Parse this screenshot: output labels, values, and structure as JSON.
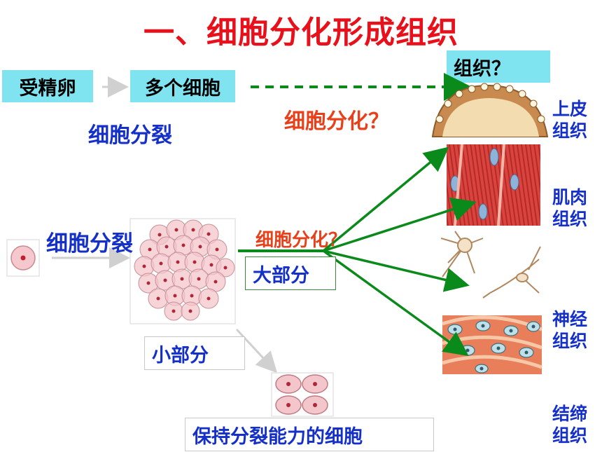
{
  "title": "一、细胞分化形成组织",
  "flow": {
    "zygote": "受精卵",
    "many_cells": "多个细胞",
    "tissue_question": "组织？",
    "division_label": "细胞分裂",
    "differentiation_question": "细胞分化？"
  },
  "lower": {
    "division_label": "细胞分裂",
    "differentiation_question": "细胞分化？",
    "majority": "大部分",
    "minority": "小部分",
    "dividing_cells": "保持分裂能力的细胞"
  },
  "tissues": {
    "epithelial": [
      "上皮",
      "组织"
    ],
    "muscle": [
      "肌肉",
      "组织"
    ],
    "nerve": [
      "神经",
      "组织"
    ],
    "connective": [
      "结缔",
      "组织"
    ]
  },
  "colors": {
    "title": "#e8101a",
    "cyan_box": "#7fe3f0",
    "blue_text": "#1530c8",
    "red_text": "#e8401a",
    "green_arrow": "#0a8a1a"
  }
}
